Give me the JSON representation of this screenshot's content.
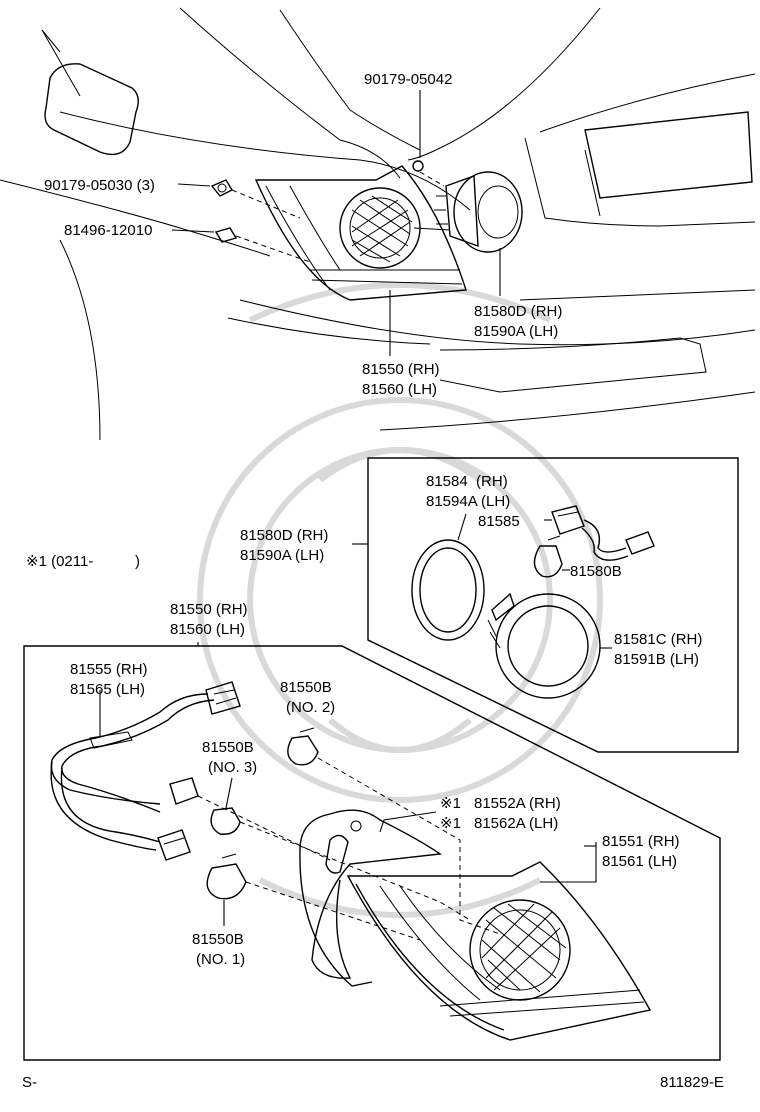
{
  "parts": {
    "nut_upper": "90179-05042",
    "nut_left": "90179-05030 (3)",
    "clip": "81496-12010",
    "socket_assy_rh": "81580D (RH)",
    "socket_assy_lh": "81590A (LH)",
    "lamp_assy_rh": "81550 (RH)",
    "lamp_assy_lh": "81560 (LH)",
    "gasket_rh": "81584  (RH)",
    "gasket_lh": "81594A (LH)",
    "socket": "81585",
    "bulb": "81580B",
    "backup_lens_rh": "81581C (RH)",
    "backup_lens_lh": "81591B (LH)",
    "wire_rh": "81555 (RH)",
    "wire_lh": "81565 (LH)",
    "bulb_b": "81550B",
    "bulb_no2": "(NO. 2)",
    "bulb_no3": "(NO. 3)",
    "bulb_no1": "(NO. 1)",
    "reflector_rh": "81552A (RH)",
    "reflector_lh": "81562A (LH)",
    "lens_body_rh": "81551 (RH)",
    "lens_body_lh": "81561 (LH)"
  },
  "notes": {
    "mark": "※1",
    "footnote": "※1 (0211-          )",
    "prefix": "S-",
    "figure_id": "811829-E"
  }
}
